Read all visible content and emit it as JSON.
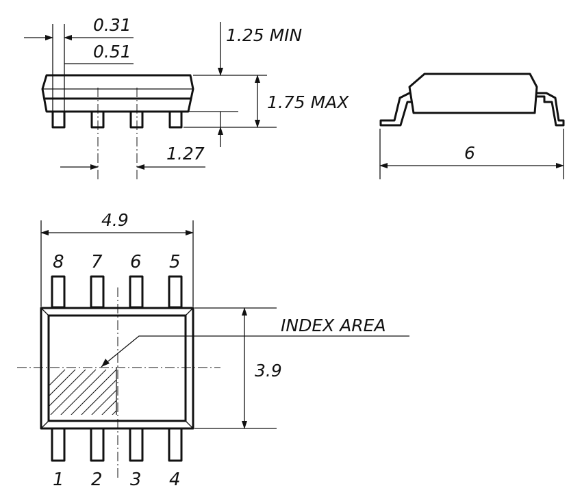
{
  "dimensions": {
    "lead_width_min": "0.31",
    "lead_width_max": "0.51",
    "standoff": "1.25 MIN",
    "height": "1.75 MAX",
    "pitch": "1.27",
    "overall_width": "6",
    "body_length": "4.9",
    "body_width": "3.9"
  },
  "index_label": "INDEX AREA",
  "pins_top": [
    "8",
    "7",
    "6",
    "5"
  ],
  "pins_bottom": [
    "1",
    "2",
    "3",
    "4"
  ]
}
